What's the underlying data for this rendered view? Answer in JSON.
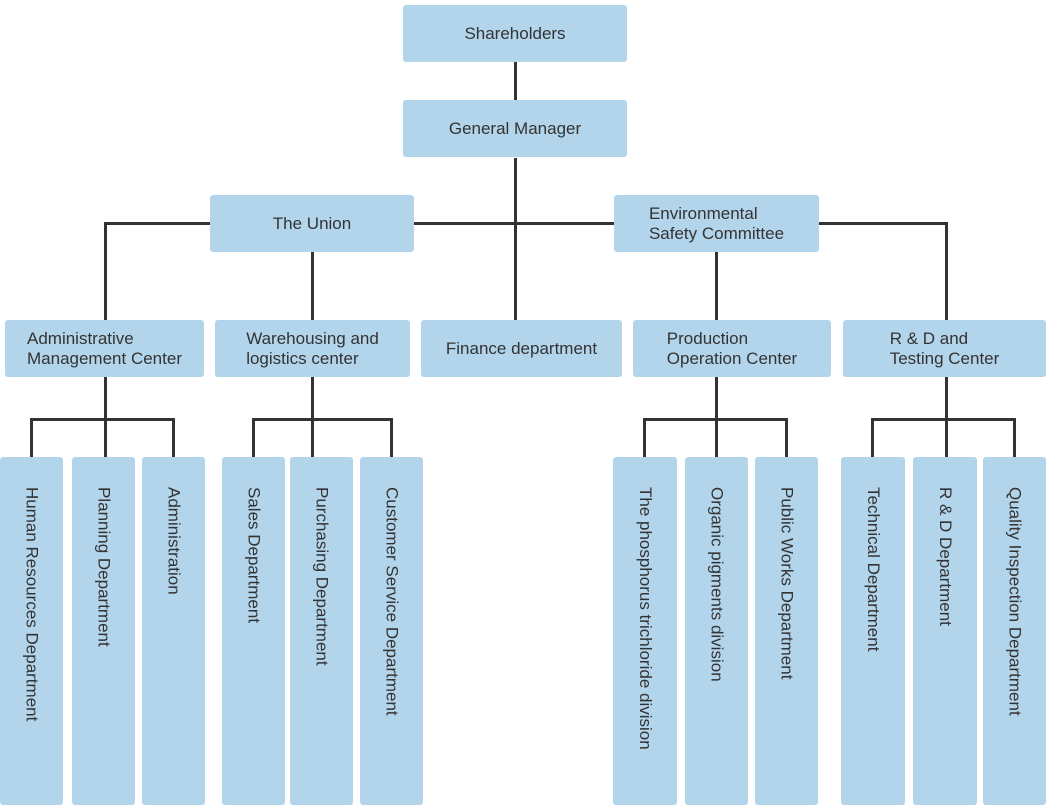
{
  "colors": {
    "box_fill": "#b3d5eb",
    "connector_line": "#333333",
    "text": "#333333",
    "background": "#ffffff"
  },
  "nodes": {
    "shareholders": {
      "label": "Shareholders"
    },
    "general_manager": {
      "label": "General Manager"
    },
    "the_union": {
      "label": "The Union"
    },
    "environmental_safety_committee": {
      "label": "Environmental\nSafety Committee"
    },
    "administrative_management_center": {
      "label": "Administrative\nManagement Center"
    },
    "warehousing_logistics_center": {
      "label": "Warehousing and\nlogistics center"
    },
    "finance_department": {
      "label": "Finance department"
    },
    "production_operation_center": {
      "label": "Production\nOperation Center"
    },
    "rd_testing_center": {
      "label": "R & D and\nTesting Center"
    },
    "human_resources_department": {
      "label": "Human Resources Department"
    },
    "planning_department": {
      "label": "Planning Department"
    },
    "administration": {
      "label": "Administration"
    },
    "sales_department": {
      "label": "Sales Department"
    },
    "purchasing_department": {
      "label": "Purchasing Department"
    },
    "customer_service_department": {
      "label": "Customer Service Department"
    },
    "phosphorus_trichloride_division": {
      "label": "The phosphorus trichloride division"
    },
    "organic_pigments_division": {
      "label": "Organic pigments division"
    },
    "public_works_department": {
      "label": "Public Works Department"
    },
    "technical_department": {
      "label": "Technical Department"
    },
    "rd_department": {
      "label": "R & D Department"
    },
    "quality_inspection_department": {
      "label": "Quality Inspection Department"
    }
  },
  "hierarchy_edges": [
    [
      "Shareholders",
      "General Manager"
    ],
    [
      "General Manager",
      "The Union"
    ],
    [
      "General Manager",
      "Environmental Safety Committee"
    ],
    [
      "General Manager",
      "Finance department"
    ],
    [
      "General Manager",
      "Administrative Management Center"
    ],
    [
      "General Manager",
      "R & D and Testing Center"
    ],
    [
      "The Union",
      "Warehousing and logistics center"
    ],
    [
      "Environmental Safety Committee",
      "Production Operation Center"
    ],
    [
      "Administrative Management Center",
      "Human Resources Department"
    ],
    [
      "Administrative Management Center",
      "Planning Department"
    ],
    [
      "Administrative Management Center",
      "Administration"
    ],
    [
      "Warehousing and logistics center",
      "Sales Department"
    ],
    [
      "Warehousing and logistics center",
      "Purchasing Department"
    ],
    [
      "Warehousing and logistics center",
      "Customer Service Department"
    ],
    [
      "Production Operation Center",
      "The phosphorus trichloride division"
    ],
    [
      "Production Operation Center",
      "Organic pigments division"
    ],
    [
      "Production Operation Center",
      "Public Works Department"
    ],
    [
      "R & D and Testing Center",
      "Technical Department"
    ],
    [
      "R & D and Testing Center",
      "R & D Department"
    ],
    [
      "R & D and Testing Center",
      "Quality Inspection Department"
    ]
  ]
}
